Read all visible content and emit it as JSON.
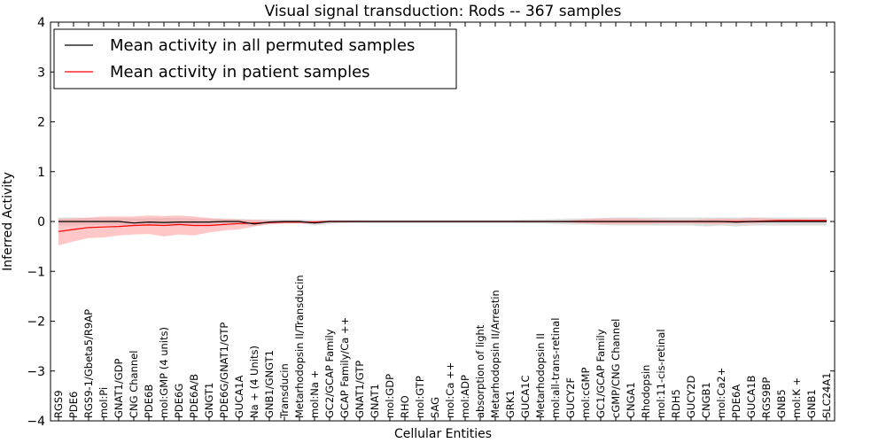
{
  "chart_data": {
    "type": "line",
    "title": "Visual signal transduction: Rods -- 367 samples",
    "xlabel": "Cellular Entities",
    "ylabel": "Inferred Activity",
    "ylim": [
      -4,
      4
    ],
    "yticks": [
      "4",
      "3",
      "2",
      "1",
      "0",
      "−1",
      "−2",
      "−3",
      "−4"
    ],
    "legend_position": "top-left",
    "categories": [
      "RGS9",
      "PDE6",
      "RGS9-1/Gbeta5/R9AP",
      "mol:Pi",
      "GNAT1/GDP",
      "CNG Channel",
      "PDE6B",
      "mol:GMP (4 units)",
      "PDE6G",
      "PDE6A/B",
      "GNGT1",
      "PDE6G/GNAT1/GTP",
      "GUCA1A",
      "Na + (4 Units)",
      "GNB1/GNGT1",
      "Transducin",
      "Metarhodopsin II/Transducin",
      "mol:Na +",
      "GC2/GCAP Family",
      "GCAP Family/Ca ++",
      "GNAT1/GTP",
      "GNAT1",
      "mol:GDP",
      "RHO",
      "mol:GTP",
      "SAG",
      "mol:Ca ++",
      "mol:ADP",
      "absorption of light",
      "Metarhodopsin II/Arrestin",
      "GRK1",
      "GUCA1C",
      "Metarhodopsin II",
      "mol:all-trans-retinal",
      "GUCY2F",
      "mol:cGMP",
      "GC1/GCAP Family",
      "cGMP/CNG Channel",
      "CNGA1",
      "Rhodopsin",
      "mol:11-cis-retinal",
      "RDH5",
      "GUCY2D",
      "CNGB1",
      "mol:Ca2+",
      "PDE6A",
      "GUCA1B",
      "RGS9BP",
      "GNB5",
      "mol:K +",
      "GNB1",
      "SLC24A1"
    ],
    "series": [
      {
        "name": "Mean activity in all permuted samples",
        "color": "#000000",
        "band_color": "#b3b3b3",
        "values": [
          0.0,
          0.0,
          0.0,
          0.0,
          0.0,
          -0.03,
          -0.01,
          -0.02,
          -0.01,
          -0.01,
          -0.01,
          0.0,
          0.0,
          -0.05,
          -0.01,
          0.0,
          0.0,
          -0.03,
          0.0,
          0.0,
          0.0,
          0.0,
          0.0,
          0.0,
          0.0,
          0.0,
          0.0,
          0.0,
          0.0,
          0.0,
          0.0,
          0.0,
          0.0,
          0.0,
          0.0,
          0.0,
          0.0,
          0.0,
          0.0,
          0.0,
          0.0,
          0.0,
          0.0,
          0.0,
          0.0,
          -0.01,
          0.0,
          0.0,
          0.0,
          0.0,
          0.0,
          0.0
        ],
        "band_upper": [
          0.08,
          0.08,
          0.07,
          0.07,
          0.07,
          0.06,
          0.07,
          0.07,
          0.07,
          0.06,
          0.06,
          0.06,
          0.05,
          0.04,
          0.04,
          0.04,
          0.04,
          0.03,
          0.03,
          0.03,
          0.03,
          0.03,
          0.03,
          0.03,
          0.03,
          0.03,
          0.03,
          0.03,
          0.03,
          0.03,
          0.03,
          0.04,
          0.04,
          0.05,
          0.06,
          0.06,
          0.07,
          0.08,
          0.08,
          0.08,
          0.08,
          0.08,
          0.08,
          0.08,
          0.08,
          0.08,
          0.08,
          0.08,
          0.08,
          0.08,
          0.08,
          0.08
        ],
        "band_lower": [
          -0.08,
          -0.08,
          -0.07,
          -0.07,
          -0.07,
          -0.1,
          -0.08,
          -0.08,
          -0.08,
          -0.07,
          -0.07,
          -0.07,
          -0.06,
          -0.09,
          -0.05,
          -0.04,
          -0.04,
          -0.08,
          -0.05,
          -0.03,
          -0.03,
          -0.03,
          -0.03,
          -0.03,
          -0.03,
          -0.03,
          -0.03,
          -0.03,
          -0.03,
          -0.03,
          -0.03,
          -0.04,
          -0.04,
          -0.05,
          -0.06,
          -0.06,
          -0.07,
          -0.08,
          -0.08,
          -0.08,
          -0.08,
          -0.08,
          -0.08,
          -0.1,
          -0.08,
          -0.1,
          -0.08,
          -0.08,
          -0.08,
          -0.08,
          -0.08,
          -0.08
        ]
      },
      {
        "name": "Mean activity in patient samples",
        "color": "#ff0000",
        "band_color": "#ff9999",
        "values": [
          -0.2,
          -0.16,
          -0.12,
          -0.11,
          -0.1,
          -0.08,
          -0.07,
          -0.08,
          -0.06,
          -0.08,
          -0.08,
          -0.06,
          -0.04,
          -0.03,
          -0.02,
          -0.01,
          -0.01,
          -0.01,
          0.0,
          0.0,
          0.0,
          0.0,
          0.0,
          0.0,
          0.0,
          0.0,
          0.0,
          0.0,
          0.0,
          0.0,
          0.0,
          0.0,
          0.0,
          0.0,
          0.0,
          0.0,
          0.0,
          0.0,
          0.0,
          0.0,
          0.0,
          0.0,
          0.0,
          0.0,
          0.0,
          0.0,
          0.0,
          0.01,
          0.02,
          0.02,
          0.02,
          0.02
        ],
        "band_upper": [
          0.05,
          0.06,
          0.08,
          0.1,
          0.1,
          0.1,
          0.12,
          0.11,
          0.12,
          0.1,
          0.07,
          0.05,
          0.04,
          0.03,
          0.02,
          0.01,
          0.01,
          0.01,
          0.02,
          0.02,
          0.02,
          0.01,
          0.01,
          0.01,
          0.01,
          0.01,
          0.01,
          0.01,
          0.01,
          0.01,
          0.01,
          0.01,
          0.01,
          0.01,
          0.02,
          0.05,
          0.06,
          0.06,
          0.06,
          0.05,
          0.04,
          0.03,
          0.03,
          0.05,
          0.06,
          0.05,
          0.07,
          0.06,
          0.05,
          0.05,
          0.04,
          0.04
        ],
        "band_lower": [
          -0.48,
          -0.4,
          -0.33,
          -0.32,
          -0.28,
          -0.26,
          -0.25,
          -0.3,
          -0.26,
          -0.28,
          -0.22,
          -0.18,
          -0.16,
          -0.1,
          -0.06,
          -0.04,
          -0.04,
          -0.04,
          -0.02,
          -0.02,
          -0.01,
          -0.01,
          -0.01,
          -0.01,
          -0.01,
          -0.01,
          -0.01,
          -0.01,
          -0.01,
          -0.01,
          -0.01,
          -0.01,
          -0.01,
          -0.01,
          -0.02,
          -0.04,
          -0.05,
          -0.05,
          -0.05,
          -0.05,
          -0.04,
          -0.04,
          -0.04,
          -0.05,
          -0.05,
          -0.04,
          -0.04,
          -0.02,
          -0.01,
          -0.01,
          -0.01,
          -0.01
        ]
      }
    ]
  }
}
